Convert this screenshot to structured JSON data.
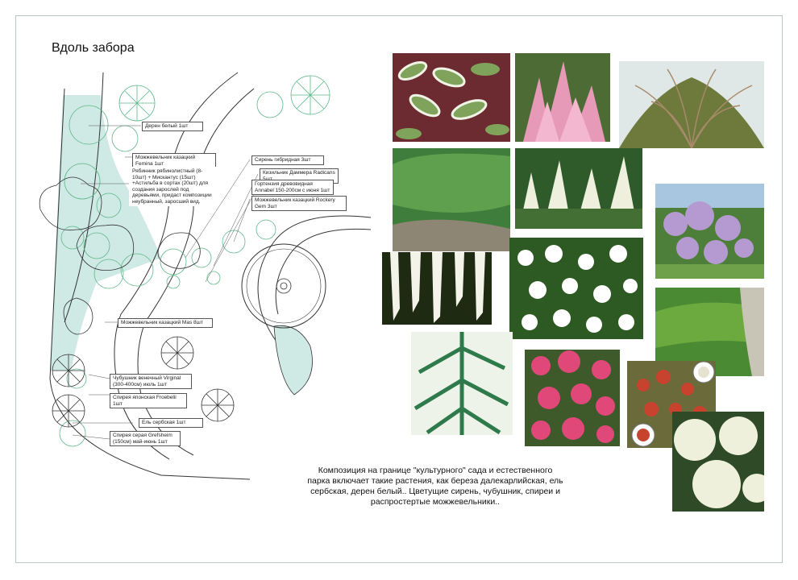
{
  "title": "Вдоль забора",
  "labels": {
    "deren": "Дерен белый 1шт",
    "mozh_femina": "Можжевельник казацкий Femina 1шт",
    "ryabinnik": "Рябинник рябинолистный (8-10шт) + Мискантус (15шт) +Астильба в сортах (20шт) для создания зарослей под деревьями, придаст композиции неубранный, заросший вид.",
    "siren": "Сирень гибридная 3шт",
    "kizilnik": "Кизильник Даммера Radicans 5шт",
    "gortenziya": "Гортензия древовидная Annabel 150-200см с июня 1шт",
    "mozh_rockery": "Можжевельник казацкий Rockery Gem 3шт",
    "mozh_mas": "Можжевельник казацкий Mas 8шт",
    "chubushnik": "Чубушник венечный Virginal (300-400см) июль 1шт",
    "spireya_froebelii": "Спирея японская Froebelii 1шт",
    "el": "Ель сербская 1шт",
    "spireya_grefsheim": "Спирея серая Grefsheim (150см) май-июнь 1шт"
  },
  "caption": "Композиция на границе \"культурного\" сада и естественного парка включает такие растения, как береза далекарлийская, ель сербская, дерен белый.. Цветущие сирень, чубушник, спиреи и распростертые можжевельники..",
  "colors": {
    "fill": "#cfe9e4",
    "green_line": "#5fb88a",
    "frame": "#b9c7c7"
  }
}
